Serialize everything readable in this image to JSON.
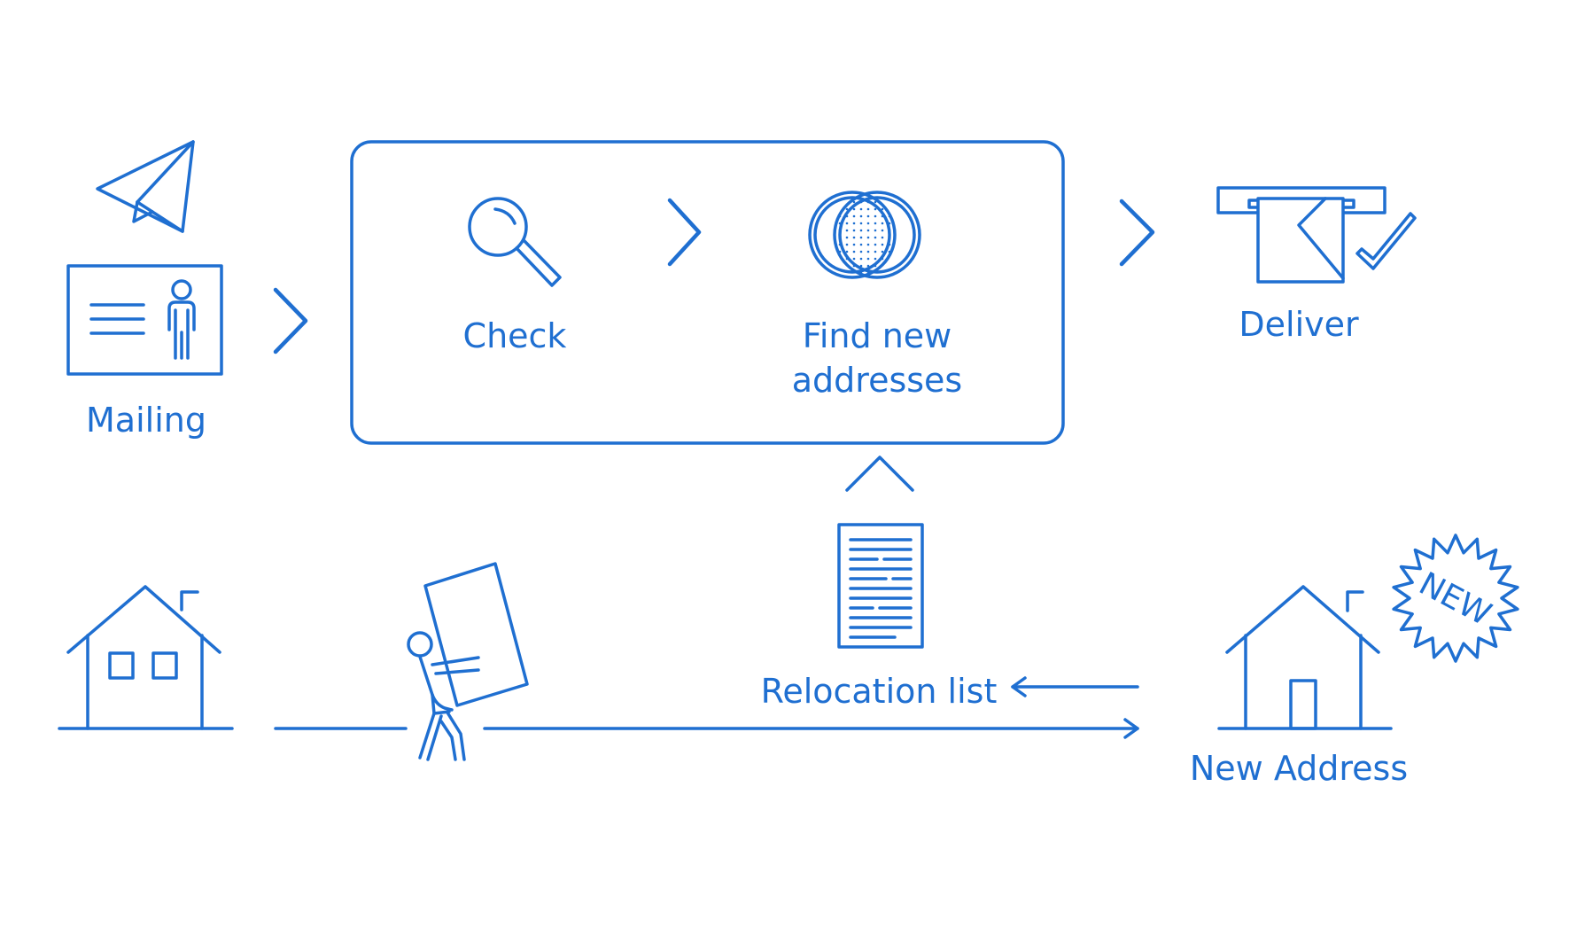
{
  "colors": {
    "accent": "#1f6fd1",
    "background": "#ffffff"
  },
  "labels": {
    "mailing": "Mailing",
    "check": "Check",
    "find_new_line1": "Find new",
    "find_new_line2": "addresses",
    "deliver": "Deliver",
    "relocation_list": "Relocation list",
    "new_address": "New Address",
    "new_badge": "NEW"
  },
  "icons": [
    "paper-plane-icon",
    "address-card-icon",
    "magnifier-icon",
    "venn-diagram-icon",
    "mailbox-delivered-icon",
    "checkmark-icon",
    "house-icon",
    "person-carrying-box-icon",
    "document-list-icon",
    "new-house-icon",
    "new-star-badge-icon"
  ]
}
